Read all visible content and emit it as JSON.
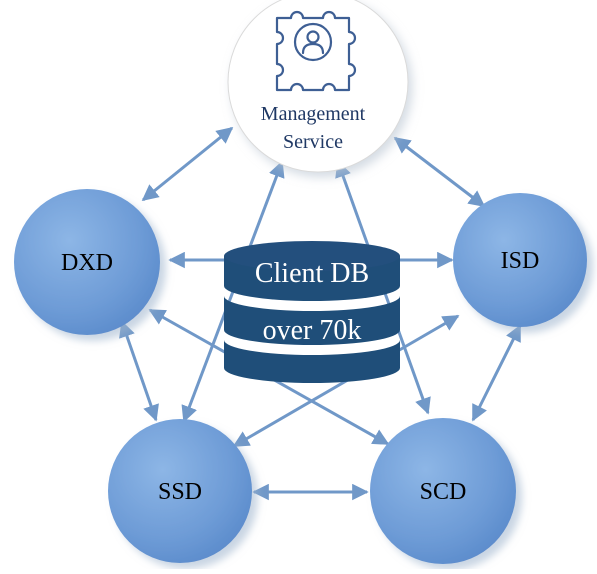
{
  "nodes": {
    "management": {
      "line1": "Management",
      "line2": "Service",
      "icon": "puzzle-person-icon"
    },
    "dxd": {
      "label": "DXD"
    },
    "isd": {
      "label": "ISD"
    },
    "ssd": {
      "label": "SSD"
    },
    "scd": {
      "label": "SCD"
    }
  },
  "database": {
    "title": "Client DB",
    "subtitle": "over 70k",
    "icon": "database-icon"
  },
  "colors": {
    "node_fill_top": "#7aa7dd",
    "node_fill_bottom": "#5f8fcd",
    "node_text": "#000000",
    "management_fill": "#ffffff",
    "management_text": "#1f3864",
    "icon_stroke": "#3e5f94",
    "database_fill": "#1f4e79",
    "database_text": "#ffffff",
    "arrow": "#7098c8"
  }
}
